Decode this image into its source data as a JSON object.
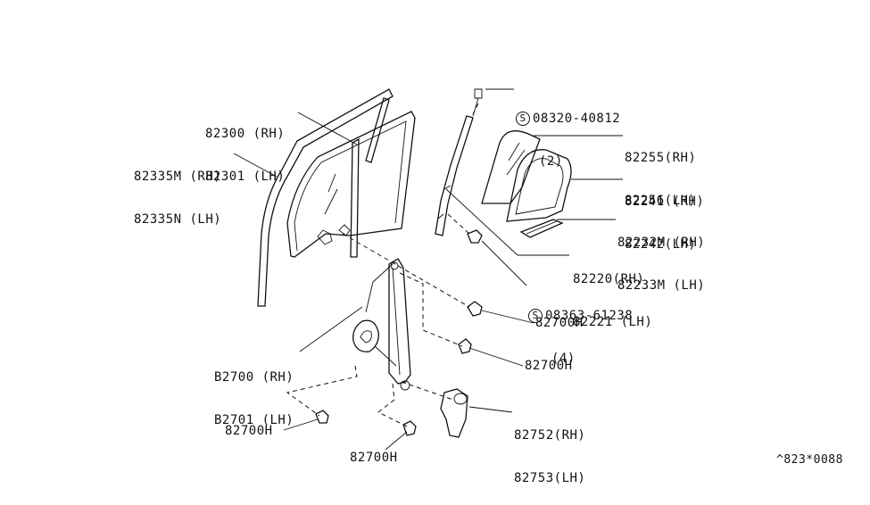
{
  "labels": {
    "glass_door": [
      "82300 (RH)",
      "82301 (LH)"
    ],
    "run_channel": [
      "82335M (RH)",
      "82335N (LH)"
    ],
    "screw_top": {
      "symbol": "S",
      "code": "08320-40812",
      "qty": "(2)"
    },
    "quarter_glass": [
      "82255(RH)",
      "82256(LH)"
    ],
    "quarter_seal": [
      "82241 (RH)",
      "82242(LH)"
    ],
    "quarter_molding": [
      "82232M (RH)",
      "82233M (LH)"
    ],
    "sash": [
      "82220(RH)",
      "82221 (LH)"
    ],
    "screw_mid": {
      "symbol": "S",
      "code": "08363-61238",
      "qty": "(4)"
    },
    "bolt_a": "82700H",
    "bolt_b": "82700H",
    "regulator": [
      "B2700 (RH)",
      "B2701 (LH)"
    ],
    "motor": [
      "82752(RH)",
      "82753(LH)"
    ],
    "bolt_c": "82700H",
    "bolt_d": "82700H",
    "ref_code": "^823*0088"
  }
}
